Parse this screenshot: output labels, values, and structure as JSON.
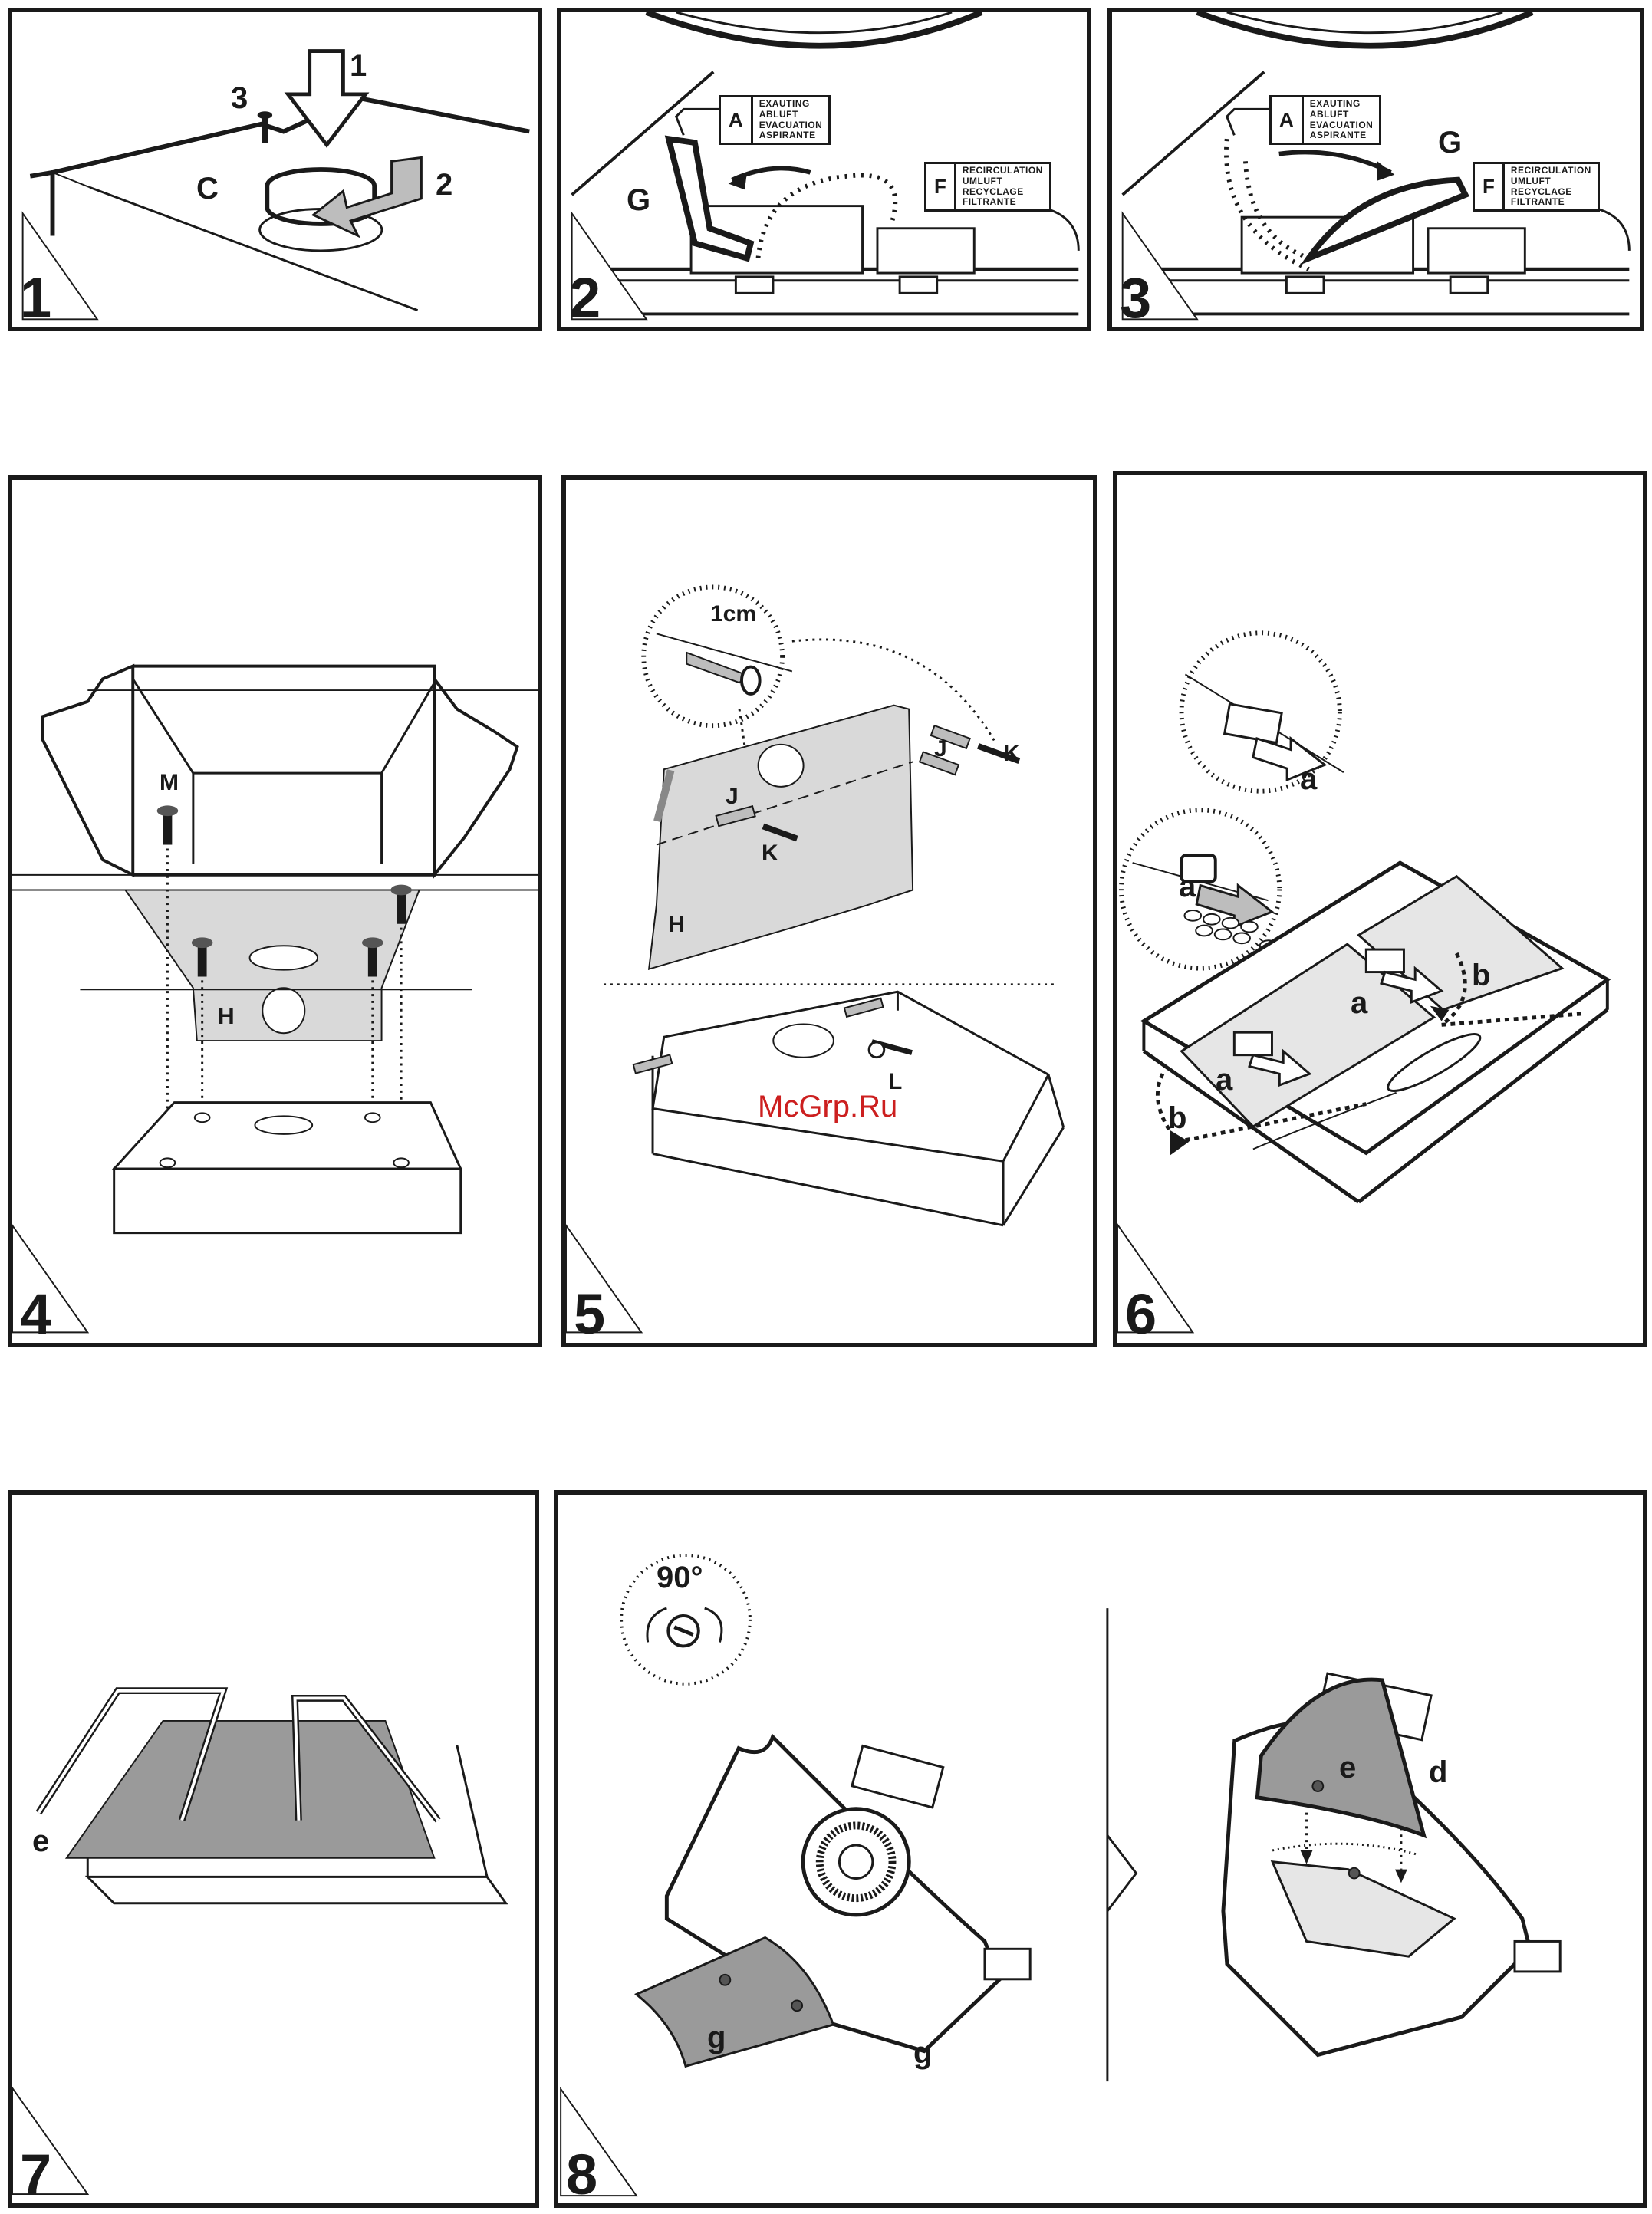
{
  "panels": {
    "p1": {
      "num": "1",
      "labels": {
        "n1": "1",
        "n2": "2",
        "n3": "3",
        "c": "C"
      }
    },
    "p2": {
      "num": "2",
      "labels": {
        "g": "G"
      },
      "tag_a": {
        "key": "A",
        "lines": [
          "EXAUTING",
          "ABLUFT",
          "EVACUATION",
          "ASPIRANTE"
        ]
      },
      "tag_f": {
        "key": "F",
        "lines": [
          "RECIRCULATION",
          "UMLUFT",
          "RECYCLAGE",
          "FILTRANTE"
        ]
      }
    },
    "p3": {
      "num": "3",
      "labels": {
        "g": "G"
      },
      "tag_a": {
        "key": "A",
        "lines": [
          "EXAUTING",
          "ABLUFT",
          "EVACUATION",
          "ASPIRANTE"
        ]
      },
      "tag_f": {
        "key": "F",
        "lines": [
          "RECIRCULATION",
          "UMLUFT",
          "RECYCLAGE",
          "FILTRANTE"
        ]
      }
    },
    "p4": {
      "num": "4",
      "labels": {
        "m": "M",
        "h": "H"
      }
    },
    "p5": {
      "num": "5",
      "labels": {
        "cm": "1cm",
        "j1": "J",
        "j2": "J",
        "k1": "K",
        "k2": "K",
        "h": "H",
        "l": "L"
      }
    },
    "p6": {
      "num": "6",
      "labels": {
        "a1": "a",
        "a2": "a",
        "a3": "a",
        "a4": "a",
        "b1": "b",
        "b2": "b"
      }
    },
    "p7": {
      "num": "7",
      "labels": {
        "e": "e"
      }
    },
    "p8": {
      "num": "8",
      "labels": {
        "deg": "90°",
        "g1": "g",
        "g2": "g",
        "e": "e",
        "d": "d"
      }
    }
  },
  "watermark": "McGrp.Ru",
  "colors": {
    "ink": "#1a1a1a",
    "fill_gray": "#9a9a9a",
    "light_gray": "#d9d9d9",
    "watermark": "#cc1f1f"
  }
}
